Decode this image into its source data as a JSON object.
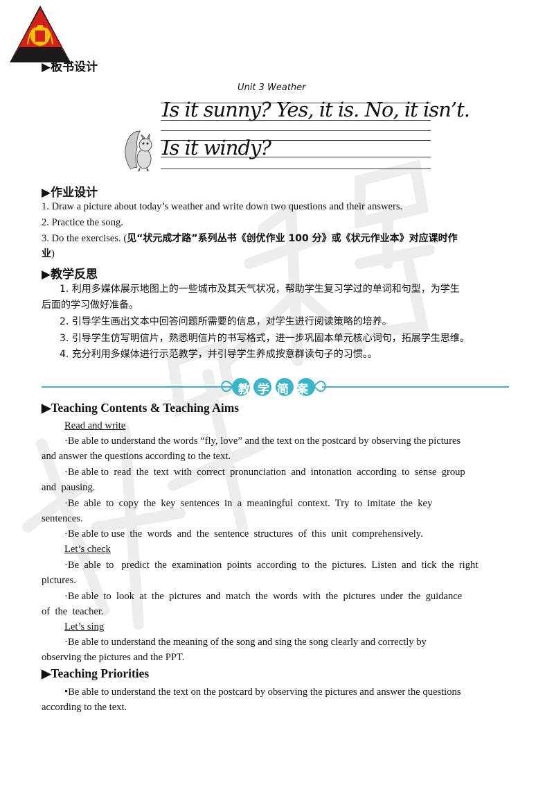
{
  "board_section": {
    "heading": "▶板书设计",
    "board_title": "Unit 3   Weather",
    "line1": "Is it sunny? Yes, it is. No, it isn’t.",
    "line2": "Is it windy?"
  },
  "homework": {
    "heading": "▶作业设计",
    "item1": "1. Draw a picture about today’s weather and write down two questions and their answers.",
    "item2": "2. Practice the song.",
    "item3_prefix": "3. Do  the  exercises.  (",
    "item3_bold_a": "见“状元成才路”系列丛书《创优作业 100 分》或《状元作业本》对应课时作",
    "item3_bold_b": "业",
    "item3_suffix": ")"
  },
  "reflection": {
    "heading": "▶教学反思",
    "item1a": "1. 利用多媒体展示地图上的一些城市及其天气状况，帮助学生复习学过的单词和句型，为学生",
    "item1b": "后面的学习做好准备。",
    "item2": "2. 引导学生画出文本中回答问题所需要的信息，对学生进行阅读策略的培养。",
    "item3": "3. 引导学生仿写明信片，熟悉明信片的书写格式，进一步巩固本单元核心词句，拓展学生思维。",
    "item4": "4. 充分利用多媒体进行示范教学，并引导学生养成按意群读句子的习惯。。"
  },
  "banner": {
    "label": "教学简案"
  },
  "teaching_contents": {
    "heading": "▶Teaching Contents & Teaching Aims",
    "read_write_label": "Read and write",
    "rw1a": "·Be able to understand the words “fly, love” and the text on the postcard by observing the pictures",
    "rw1b": "and answer the questions according to the text.",
    "rw2a": "·Be able to  read  the  text  with  correct  pronunciation  and  intonation  according  to  sense  group",
    "rw2b": "and  pausing.",
    "rw3a": "·Be  able  to  copy  the  key  sentences  in  a  meaningful  context.  Try  to  imitate  the  key",
    "rw3b": "sentences.",
    "rw4": "·Be able to use  the  words  and  the  sentence  structures  of  this  unit  comprehensively.",
    "lets_check_label": "Let’s check",
    "lc1a": "·Be  able  to   predict  the  examination  points  according  to  the  pictures.  Listen  and  tick  the  right",
    "lc1b": "pictures.",
    "lc2a": "·Be able  to  look  at  the  pictures  and  match  the  words  with  the  pictures  under  the  guidance",
    "lc2b": "of  the  teacher.",
    "lets_sing_label": "Let’s sing",
    "ls1a": "·Be able to  understand the meaning of the song and sing the song clearly and correctly by",
    "ls1b": "observing the pictures and the PPT."
  },
  "priorities": {
    "heading": "▶Teaching Priorities",
    "p1a": "•Be able to  understand the text on the postcard by observing the pictures and answer the questions",
    "p1b": "according to the text."
  },
  "colors": {
    "logo_red": "#d4201b",
    "logo_yellow": "#f2c500",
    "logo_black": "#1a1a1a",
    "banner": "#39b7c8"
  }
}
